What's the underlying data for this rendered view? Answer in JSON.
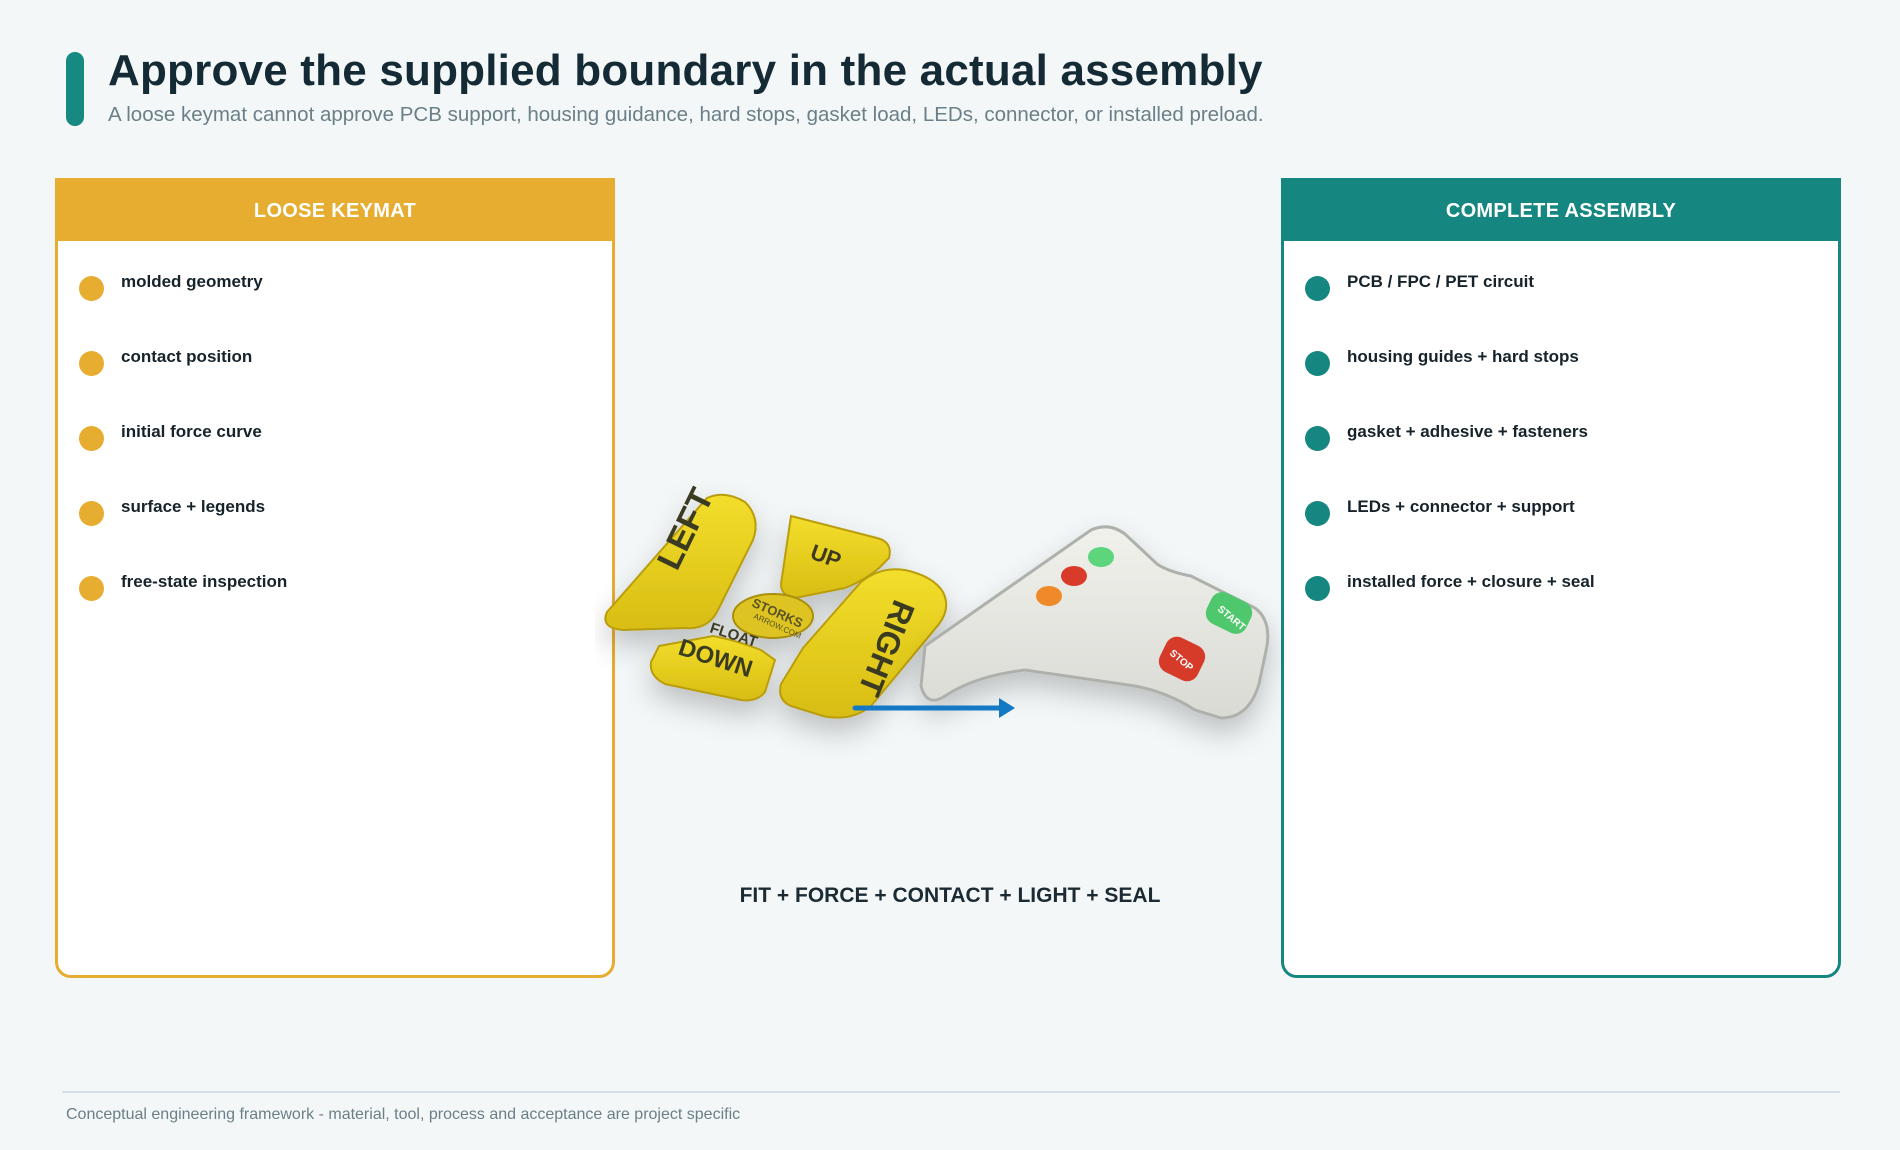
{
  "header": {
    "title": "Approve the supplied boundary in the actual assembly",
    "subtitle": "A loose keymat cannot approve PCB support, housing guidance, hard stops, gasket load, LEDs, connector, or installed preload."
  },
  "left_panel": {
    "title": "LOOSE KEYMAT",
    "color": "#e6ad30",
    "items": [
      {
        "label": "molded geometry"
      },
      {
        "label": "contact position"
      },
      {
        "label": "initial force curve"
      },
      {
        "label": "surface + legends"
      },
      {
        "label": "free-state inspection"
      }
    ]
  },
  "right_panel": {
    "title": "COMPLETE ASSEMBLY",
    "color": "#158780",
    "items": [
      {
        "label": "PCB / FPC / PET circuit"
      },
      {
        "label": "housing guides + hard stops"
      },
      {
        "label": "gasket + adhesive + fasteners"
      },
      {
        "label": "LEDs + connector + support"
      },
      {
        "label": "installed force + closure + seal"
      }
    ]
  },
  "illustration": {
    "keymat_keys": [
      "LEFT",
      "UP",
      "RIGHT",
      "DOWN",
      "FLOAT",
      "STORKS",
      "ARROW.COM"
    ],
    "assembly_buttons": [
      "START",
      "STOP"
    ],
    "arrow_color": "#1479c4"
  },
  "center_caption": "FIT + FORCE + CONTACT + LIGHT + SEAL",
  "footer": {
    "note": "Conceptual engineering framework - material, tool, process and acceptance are project specific"
  }
}
